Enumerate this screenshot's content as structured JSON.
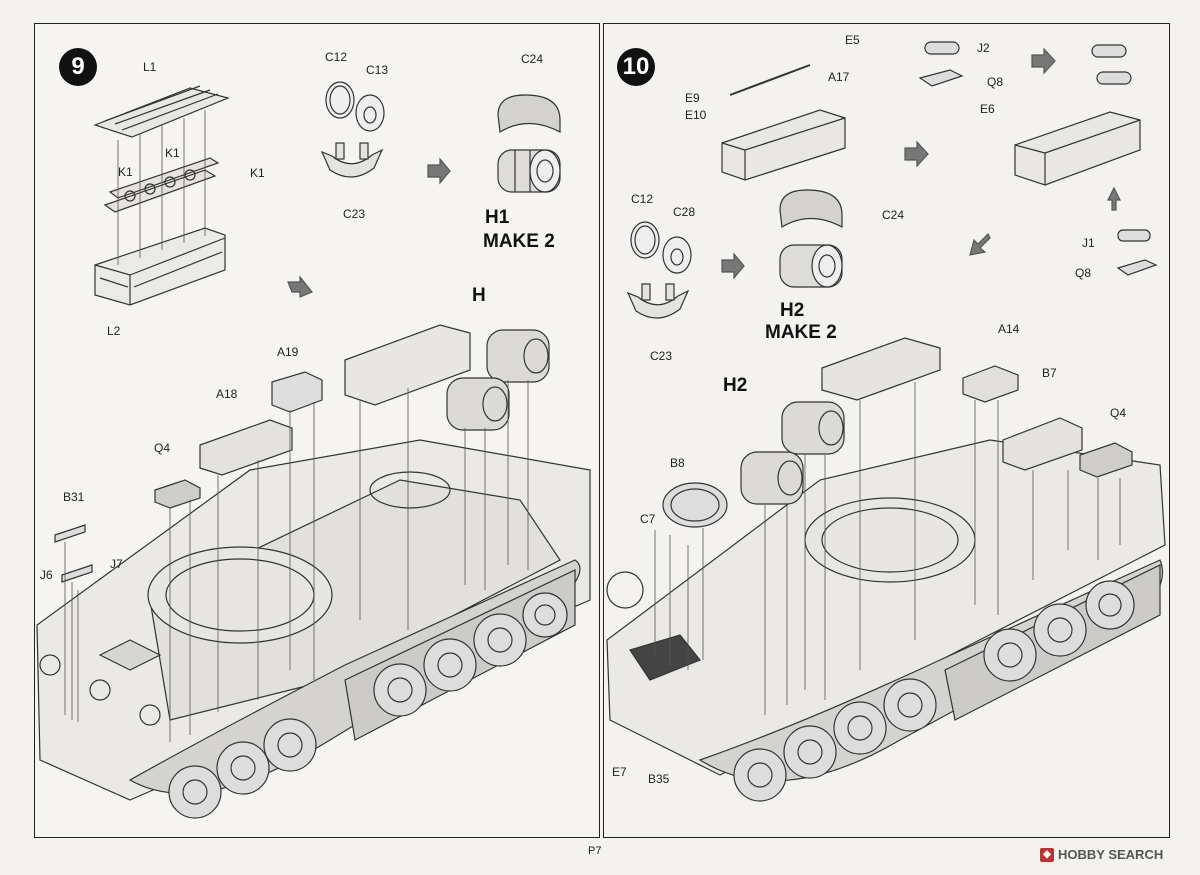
{
  "page": {
    "number": "P7",
    "watermark": "HOBBY SEARCH"
  },
  "step9": {
    "number": "9",
    "labels": {
      "L1": "L1",
      "K1a": "K1",
      "K1b": "K1",
      "K1c": "K1",
      "L2": "L2",
      "C12": "C12",
      "C13": "C13",
      "C23": "C23",
      "C24": "C24",
      "A19": "A19",
      "A18": "A18",
      "Q4": "Q4",
      "B31": "B31",
      "J7": "J7",
      "J6": "J6",
      "H": "H"
    },
    "sub": {
      "name": "H1",
      "qty": "MAKE 2"
    }
  },
  "step10": {
    "number": "10",
    "labels": {
      "E5": "E5",
      "A17": "A17",
      "E9": "E9",
      "E10": "E10",
      "J2": "J2",
      "Q8a": "Q8",
      "E6": "E6",
      "C12": "C12",
      "C28": "C28",
      "C24": "C24",
      "C23": "C23",
      "J1": "J1",
      "Q8b": "Q8",
      "A14": "A14",
      "B7": "B7",
      "Q4": "Q4",
      "B8": "B8",
      "C7": "C7",
      "E7": "E7",
      "B35": "B35",
      "H2": "H2"
    },
    "sub": {
      "name": "H2",
      "qty": "MAKE 2"
    }
  }
}
